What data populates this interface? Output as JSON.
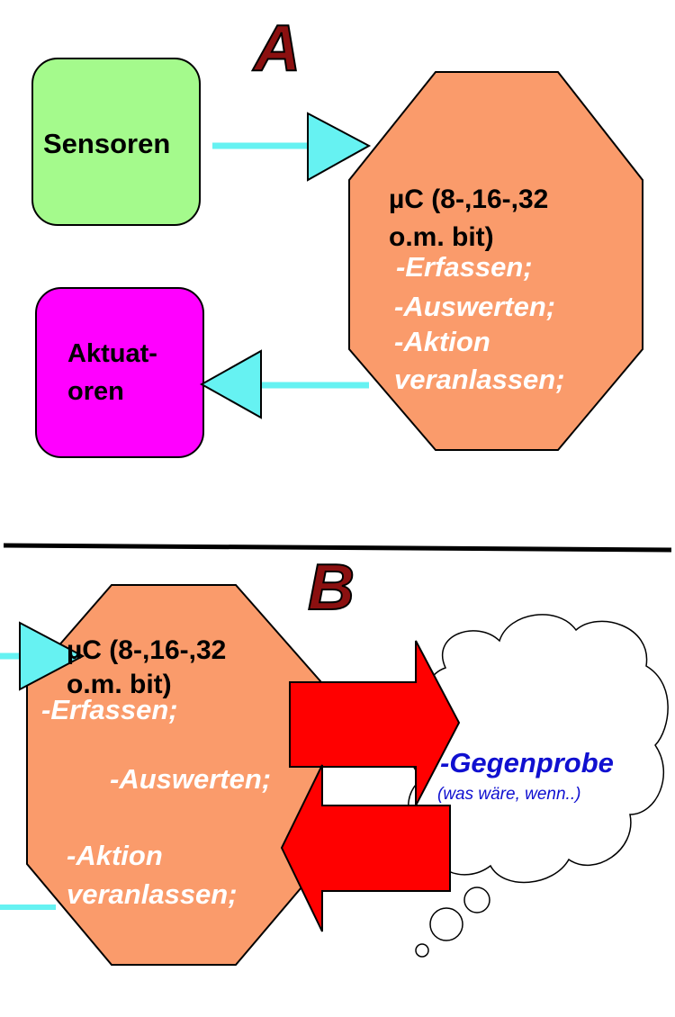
{
  "section_a": {
    "letter": "A",
    "sensors": "Sensoren",
    "actuators_line1": "Aktuat-",
    "actuators_line2": "oren",
    "uc_line1": "µC (8-,16-,32",
    "uc_line2": "o.m. bit)",
    "task1": "-Erfassen;",
    "task2": "-Auswerten;",
    "task3_line1": "-Aktion",
    "task3_line2": "veranlassen;"
  },
  "section_b": {
    "letter": "B",
    "uc_line1": "µC (8-,16-,32",
    "uc_line2": "o.m. bit)",
    "task1": "-Erfassen;",
    "task2": "-Auswerten;",
    "task3_line1": "-Aktion",
    "task3_line2": "veranlassen;",
    "cloud_title": "-Gegenprobe",
    "cloud_sub": "(was wäre, wenn..)"
  },
  "colors": {
    "sensors_fill": "#a4fa8c",
    "actuators_fill": "#ff00ff",
    "octagon_fill": "#fa9b6b",
    "connector": "#66f2f2",
    "big_arrow": "#ff0000",
    "letter": "#8b1010",
    "cloud_text": "#1010d0"
  }
}
